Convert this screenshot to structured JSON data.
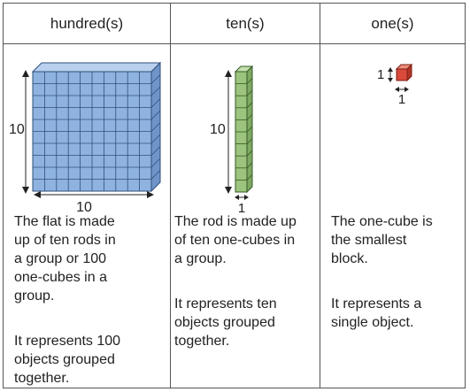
{
  "headers": [
    "hundred(s)",
    "ten(s)",
    "one(s)"
  ],
  "columns": [
    {
      "height_label": "10",
      "width_label": "10",
      "description_1": "The flat is made\nup of ten rods in\na group or 100\none-cubes in a\ngroup.",
      "description_2": "It represents 100\nobjects grouped\ntogether."
    },
    {
      "height_label": "10",
      "width_label": "1",
      "description_1": "The rod is made up\nof ten one-cubes in\na group.",
      "description_2": "It represents ten\nobjects grouped\ntogether."
    },
    {
      "height_label": "1",
      "width_label": "1",
      "description_1": "The one-cube is\nthe smallest\nblock.",
      "description_2": "It represents a\nsingle object."
    }
  ],
  "colors": {
    "flat": "#8fb3e0",
    "rod": "#9cc47e",
    "cube": "#d94a3a",
    "grid": "#2f4f7a"
  }
}
